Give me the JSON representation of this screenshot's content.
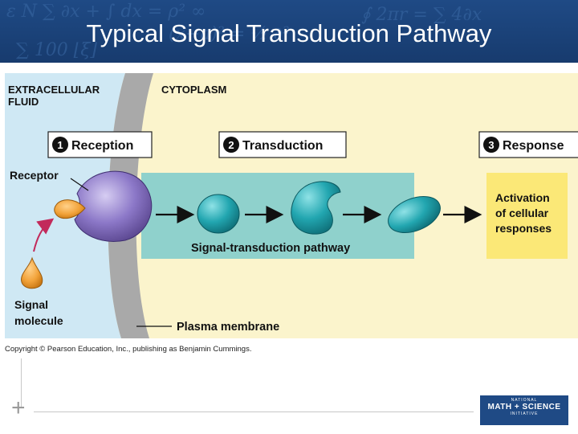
{
  "slide": {
    "title": "Typical Signal Transduction Pathway"
  },
  "figure": {
    "regions": {
      "extracellular": "EXTRACELLULAR\nFLUID",
      "cytoplasm": "CYTOPLASM"
    },
    "steps": [
      {
        "number": "1",
        "label": "Reception"
      },
      {
        "number": "2",
        "label": "Transduction"
      },
      {
        "number": "3",
        "label": "Response"
      }
    ],
    "labels": {
      "receptor": "Receptor",
      "pathway": "Signal-transduction pathway",
      "response": "Activation\nof cellular\nresponses",
      "signal": "Signal\nmolecule",
      "membrane": "Plasma membrane"
    },
    "colors": {
      "extracellular": "#cfe8f4",
      "cytoplasm": "#fbf4cc",
      "membrane": "#a9a9a9",
      "pathway_box": "#8fd1cc",
      "response_box": "#fbe877",
      "receptor": "#8c78c8",
      "signal": "#f2a33a",
      "relay": "#22a6b0"
    }
  },
  "copyright": "Copyright © Pearson Education, Inc., publishing as Benjamin Cummings.",
  "logo": {
    "line1": "NATIONAL",
    "line2": "MATH + SCIENCE",
    "line3": "INITIATIVE"
  }
}
